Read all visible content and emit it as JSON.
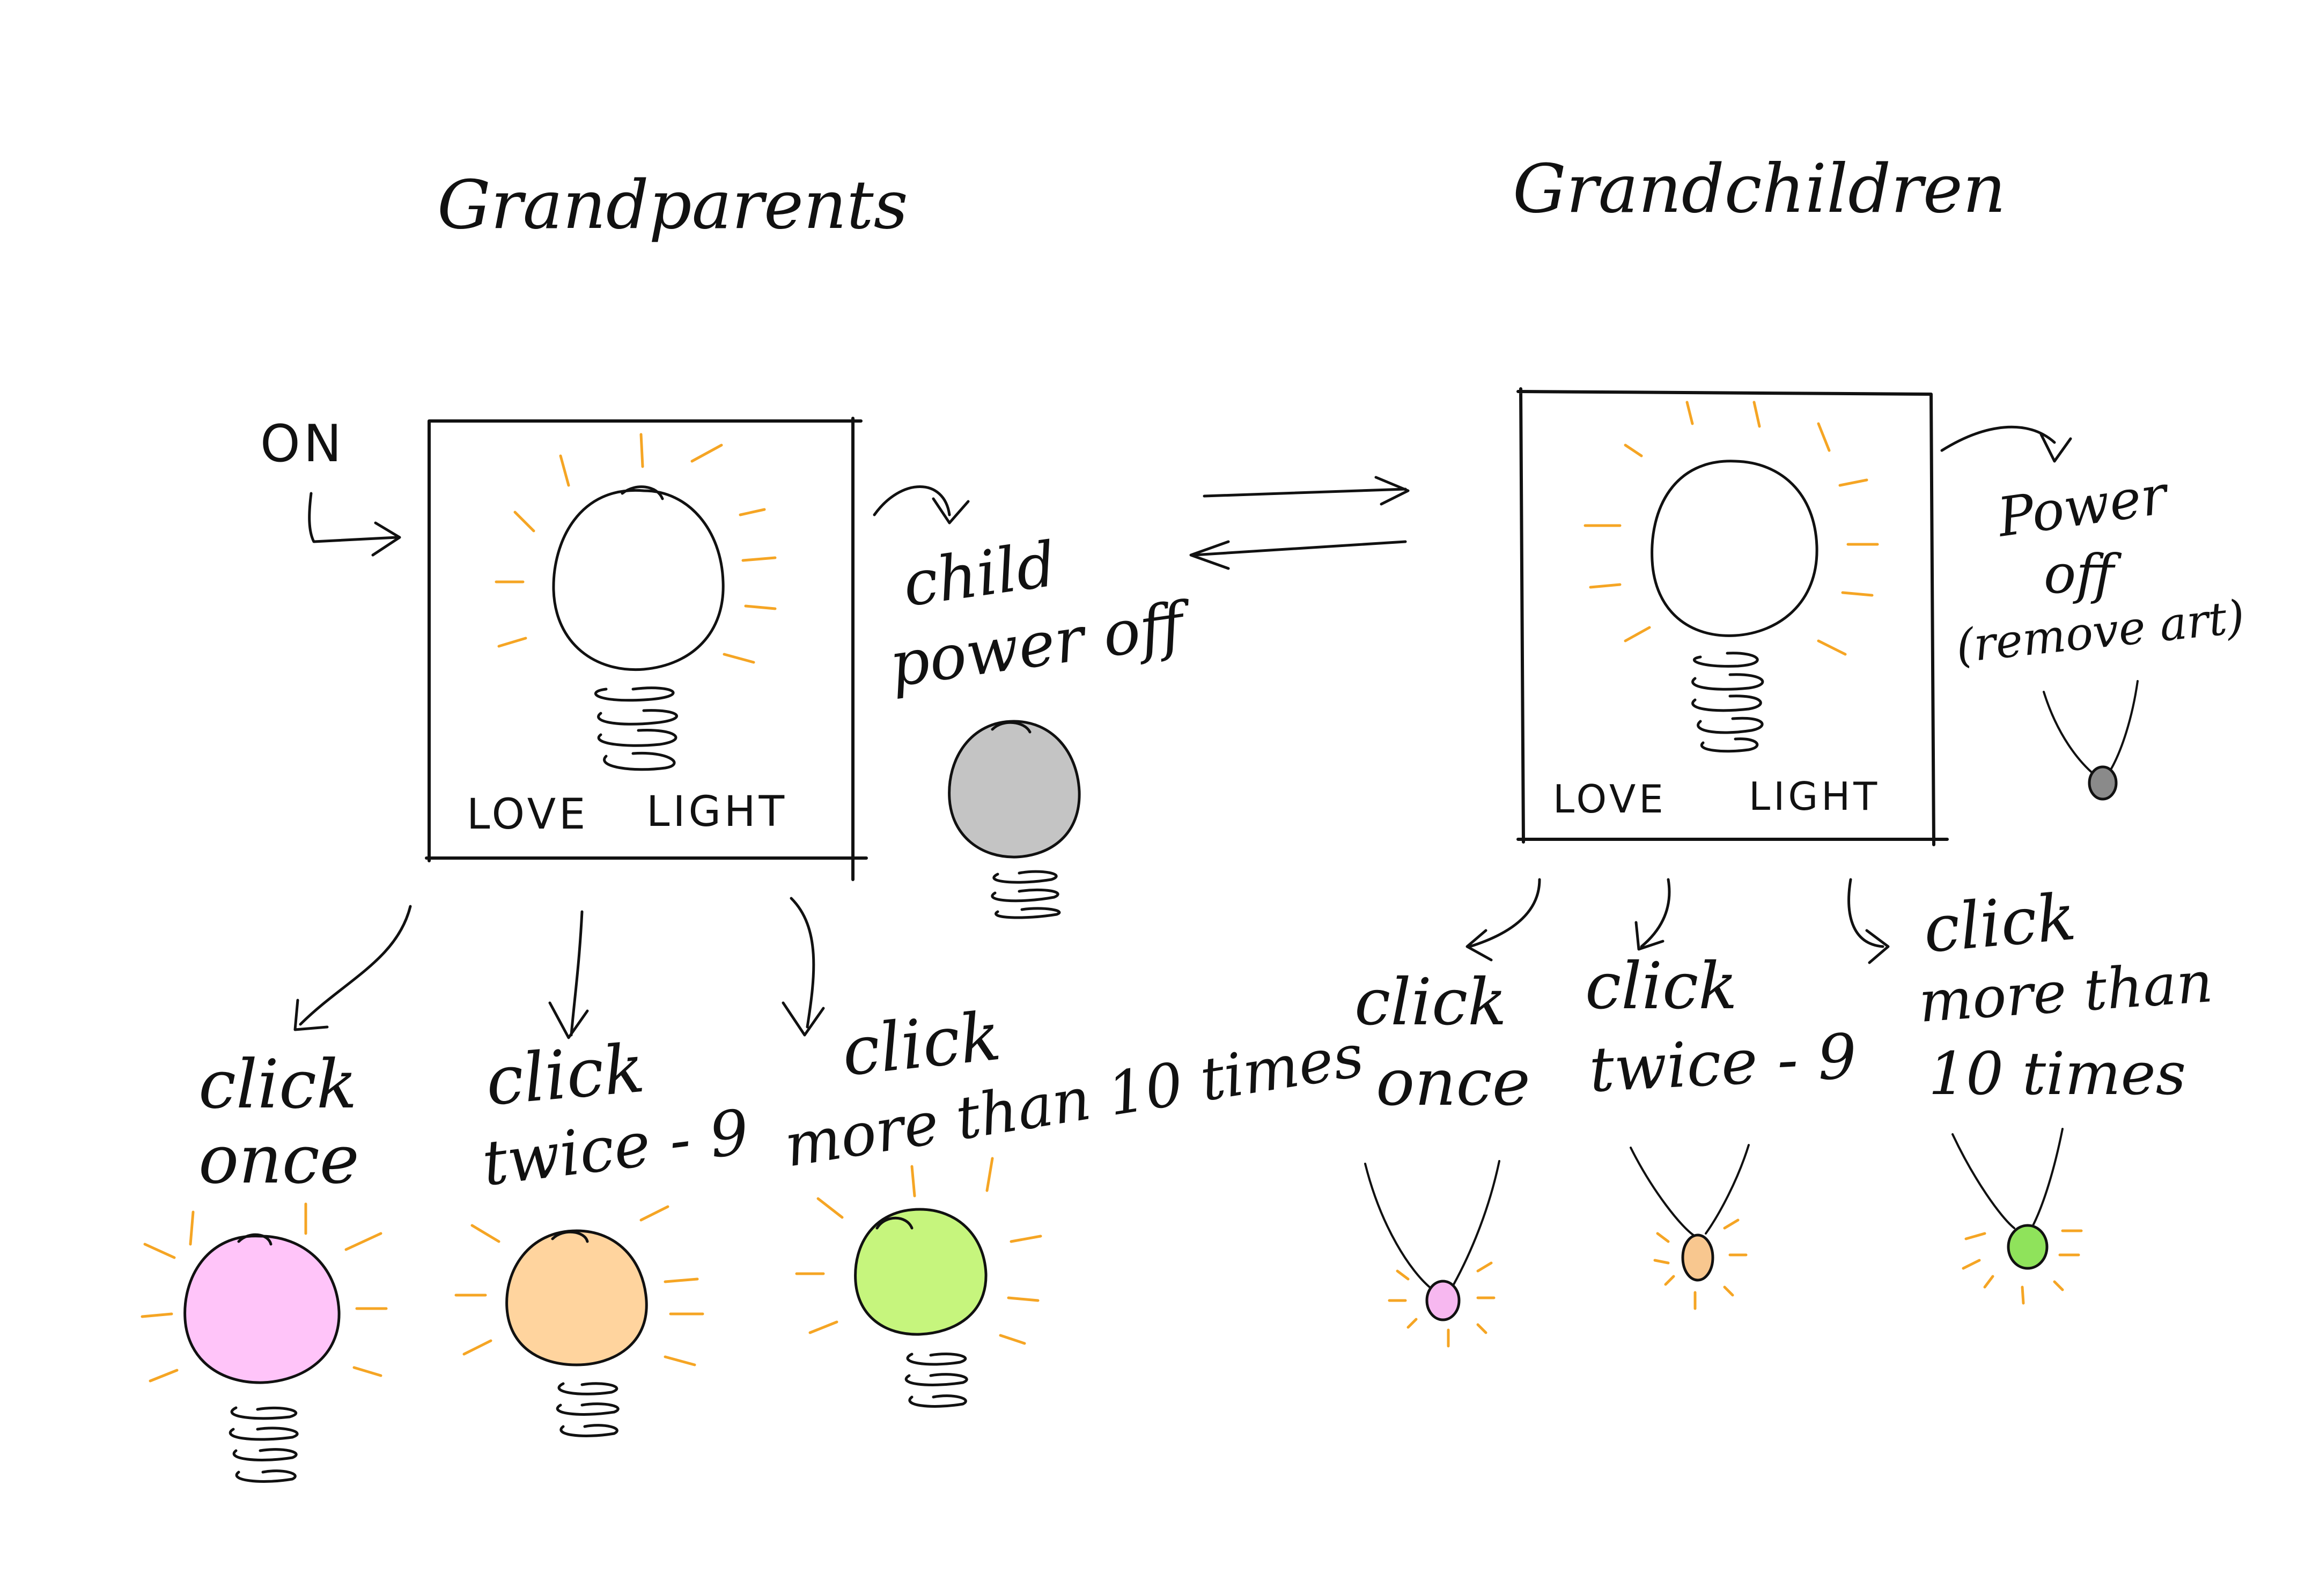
{
  "headings": {
    "left": "Grandparents",
    "right": "Grandchildren"
  },
  "labels": {
    "on": "ON",
    "love": "LOVE",
    "light": "LIGHT",
    "child_power_off_1": "child",
    "child_power_off_2": "power off",
    "power_off_1": "Power",
    "power_off_2": "off",
    "power_off_3": "(remove art)"
  },
  "grandparents": [
    {
      "line1": "click",
      "line2": "once",
      "color": "#ffc4f9"
    },
    {
      "line1": "click",
      "line2": "twice - 9",
      "color": "#ffd49e"
    },
    {
      "line1": "click",
      "line2": "more than 10 times",
      "color": "#c6f57d"
    }
  ],
  "grandchildren": [
    {
      "line1": "click",
      "line2": "once",
      "color": "#f7b8f0"
    },
    {
      "line1": "click",
      "line2": "twice - 9",
      "color": "#f8c78f"
    },
    {
      "line1": "click",
      "line2": "more than",
      "line3": "10 times",
      "color": "#8fe35b"
    }
  ],
  "colors": {
    "ray": "#f5a524",
    "off_bulb": "#c4c4c4",
    "ink": "#111111"
  },
  "icons": [
    "lightbulb-icon",
    "pendant-icon",
    "arrow-icon"
  ]
}
